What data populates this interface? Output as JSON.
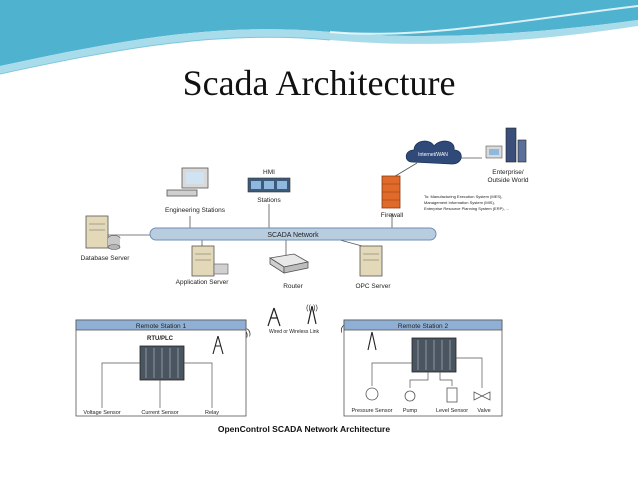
{
  "slide": {
    "title": "Scada Architecture"
  },
  "diagram": {
    "network_label": "SCADA Network",
    "caption": "OpenControl SCADA Network Architecture",
    "nodes": {
      "engineering": "Engineering Stations",
      "hmi_line1": "HMI",
      "hmi_line2": "Stations",
      "database": "Database Server",
      "application": "Application Server",
      "router": "Router",
      "opc": "OPC Server",
      "firewall": "Firewall",
      "internet": "Internet/WAN",
      "enterprise_line1": "Enterprise/",
      "enterprise_line2": "Outside World",
      "wired_wireless": "Wired or Wireless Link"
    },
    "enterprise_note": [
      "To: Manufacturing Execution System (MES),",
      "Management Information System (MIS),",
      "Enterprise Resource Planning System (ERP), ..."
    ],
    "remote1": {
      "title": "Remote Station 1",
      "rtu": "RTU/PLC",
      "voltage": "Voltage Sensor",
      "current": "Current Sensor",
      "relay": "Relay"
    },
    "remote2": {
      "title": "Remote Station 2",
      "pressure": "Pressure Sensor",
      "pump": "Pump",
      "level": "Level Sensor",
      "valve": "Valve"
    }
  },
  "colors": {
    "wave_primary": "#4fb3d0",
    "wave_light": "#a9dceb",
    "network_bus": "#b9cde0",
    "station_header": "#8fb0d4",
    "firewall": "#e06a2a"
  }
}
